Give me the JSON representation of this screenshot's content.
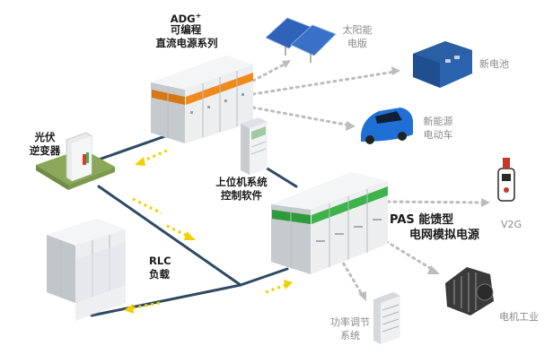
{
  "labels": {
    "adg_title": "ADG",
    "adg_sup": "+",
    "adg_line2": "可编程",
    "adg_line3": "直流电源系列",
    "pv_line1": "光伏",
    "pv_line2": "逆变器",
    "host_line1": "上位机系统",
    "host_line2": "控制软件",
    "rlc_line1": "RLC",
    "rlc_line2": "负载",
    "pas_line1": "PAS 能馈型",
    "pas_line2": "电网模拟电源",
    "solar_line1": "太阳能",
    "solar_line2": "电版",
    "battery": "新电池",
    "ev_line1": "新能源",
    "ev_line2": "电动车",
    "v2g": "V2G",
    "motor": "电机工业",
    "pfc_line1": "功率调节",
    "pfc_line2": "系统"
  },
  "colors": {
    "cable": "#2e4a63",
    "flow_arrow": "#f0d000",
    "dotted_link": "#b8b8b8",
    "adg_accent": "#f08a1c",
    "pas_accent": "#3db34a",
    "cabinet": "#e6e8ea",
    "pv_base": "#8aa858"
  },
  "icons": [
    "solar-panel-icon",
    "battery-container-icon",
    "electric-car-icon",
    "ev-charger-icon",
    "motor-icon",
    "power-rack-icon"
  ]
}
